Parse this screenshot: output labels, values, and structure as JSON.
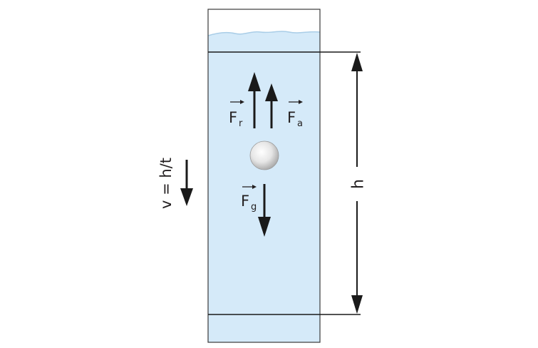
{
  "diagram": {
    "forces": {
      "friction": {
        "letter": "F",
        "subscript": "r"
      },
      "buoyancy": {
        "letter": "F",
        "subscript": "a"
      },
      "gravity": {
        "letter": "F",
        "subscript": "g"
      }
    },
    "velocity_formula": "v = h/t",
    "height_label": "h"
  },
  "colors": {
    "water": "#d5eaf9",
    "container_outline": "#3a3a3a",
    "arrow": "#1a1a1a",
    "sphere": "#e4e4e4"
  }
}
